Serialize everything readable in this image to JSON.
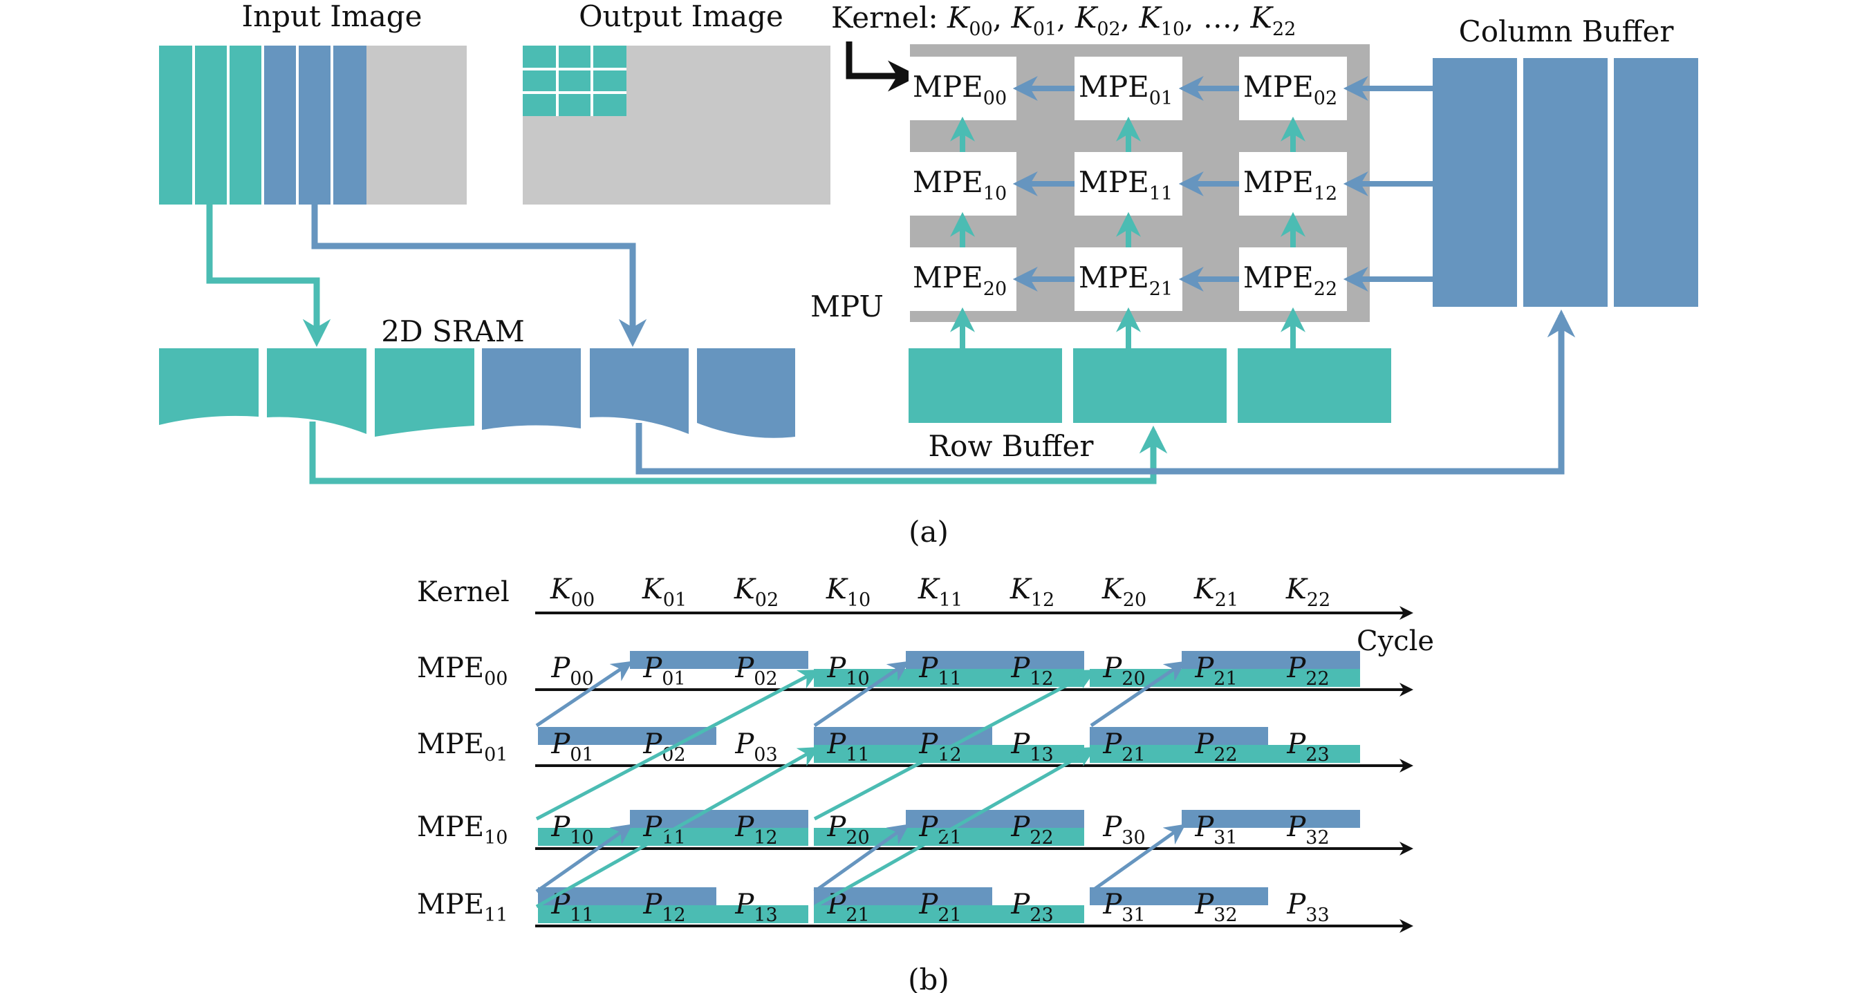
{
  "colors": {
    "teal": "#4bbcb3",
    "blue": "#6695bf",
    "gray": "#c8c8c8",
    "mpu_gray": "#b0b0b0",
    "black": "#111111"
  },
  "panel_a": {
    "input_image_label": "Input Image",
    "output_image_label": "Output Image",
    "kernel_prefix": "Kernel:",
    "kernel_list": [
      {
        "base": "K",
        "sub": "00",
        "sep": ","
      },
      {
        "base": "K",
        "sub": "01",
        "sep": ","
      },
      {
        "base": "K",
        "sub": "02",
        "sep": ","
      },
      {
        "base": "K",
        "sub": "10",
        "sep": ","
      },
      {
        "base": "…",
        "sub": "",
        "sep": ","
      },
      {
        "base": "K",
        "sub": "22",
        "sep": ""
      }
    ],
    "column_buffer_label": "Column Buffer",
    "mpu_label": "MPU",
    "sram_label": "2D SRAM",
    "row_buffer_label": "Row Buffer",
    "mpe_base": "MPE",
    "mpe_subs": [
      [
        "00",
        "01",
        "02"
      ],
      [
        "10",
        "11",
        "12"
      ],
      [
        "20",
        "21",
        "22"
      ]
    ],
    "caption": "(a)"
  },
  "panel_b": {
    "kernel_label": "Kernel",
    "cycle_label": "Cycle",
    "kernels": [
      "00",
      "01",
      "02",
      "10",
      "11",
      "12",
      "20",
      "21",
      "22"
    ],
    "rows": [
      {
        "mpe_sub": "00",
        "p_subs": [
          "00",
          "01",
          "02",
          "10",
          "11",
          "12",
          "20",
          "21",
          "22"
        ]
      },
      {
        "mpe_sub": "01",
        "p_subs": [
          "01",
          "02",
          "03",
          "11",
          "12",
          "13",
          "21",
          "22",
          "23"
        ]
      },
      {
        "mpe_sub": "10",
        "p_subs": [
          "10",
          "11",
          "12",
          "20",
          "21",
          "22",
          "30",
          "31",
          "32"
        ]
      },
      {
        "mpe_sub": "11",
        "p_subs": [
          "11",
          "12",
          "13",
          "21",
          "21",
          "23",
          "31",
          "32",
          "33"
        ]
      }
    ],
    "caption": "(b)"
  }
}
